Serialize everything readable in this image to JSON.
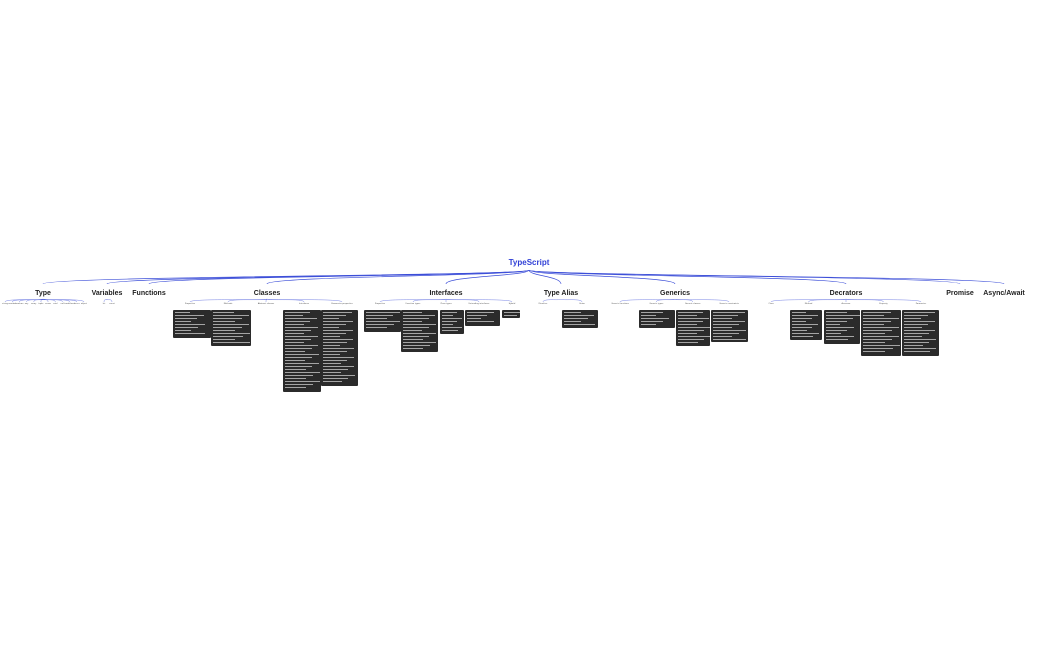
{
  "root": {
    "title": "TypeScript"
  },
  "topics": [
    {
      "name": "Type",
      "leaves": [
        "string",
        "number",
        "boolean",
        "any",
        "array",
        "tuple",
        "enum",
        "void",
        "null",
        "undefined",
        "never",
        "object"
      ]
    },
    {
      "name": "Variables",
      "leaves": [
        "let",
        "const"
      ]
    },
    {
      "name": "Functions",
      "leaves": []
    },
    {
      "name": "Classes",
      "leaves": [
        "Properties",
        "Methods",
        "Abstract classes",
        "Interfaces",
        "Parameter properties"
      ]
    },
    {
      "name": "Interfaces",
      "leaves": [
        "Properties",
        "Function types",
        "Class types",
        "Extending interfaces",
        "Hybrid"
      ]
    },
    {
      "name": "Type Alias",
      "leaves": [
        "Primitive",
        "Union"
      ]
    },
    {
      "name": "Generics",
      "leaves": [
        "Generic functions",
        "Generic types",
        "Generic classes",
        "Generic constraints"
      ]
    },
    {
      "name": "Decrators",
      "leaves": [
        "Class",
        "Method",
        "Accessor",
        "Property",
        "Parameter"
      ]
    },
    {
      "name": "Promise",
      "leaves": []
    },
    {
      "name": "Async/Await",
      "leaves": []
    }
  ],
  "colors": {
    "root": "#2f3fd6",
    "edge": "#3d4fd8",
    "card": "#2b2b2b",
    "accent": "#d9534f"
  }
}
